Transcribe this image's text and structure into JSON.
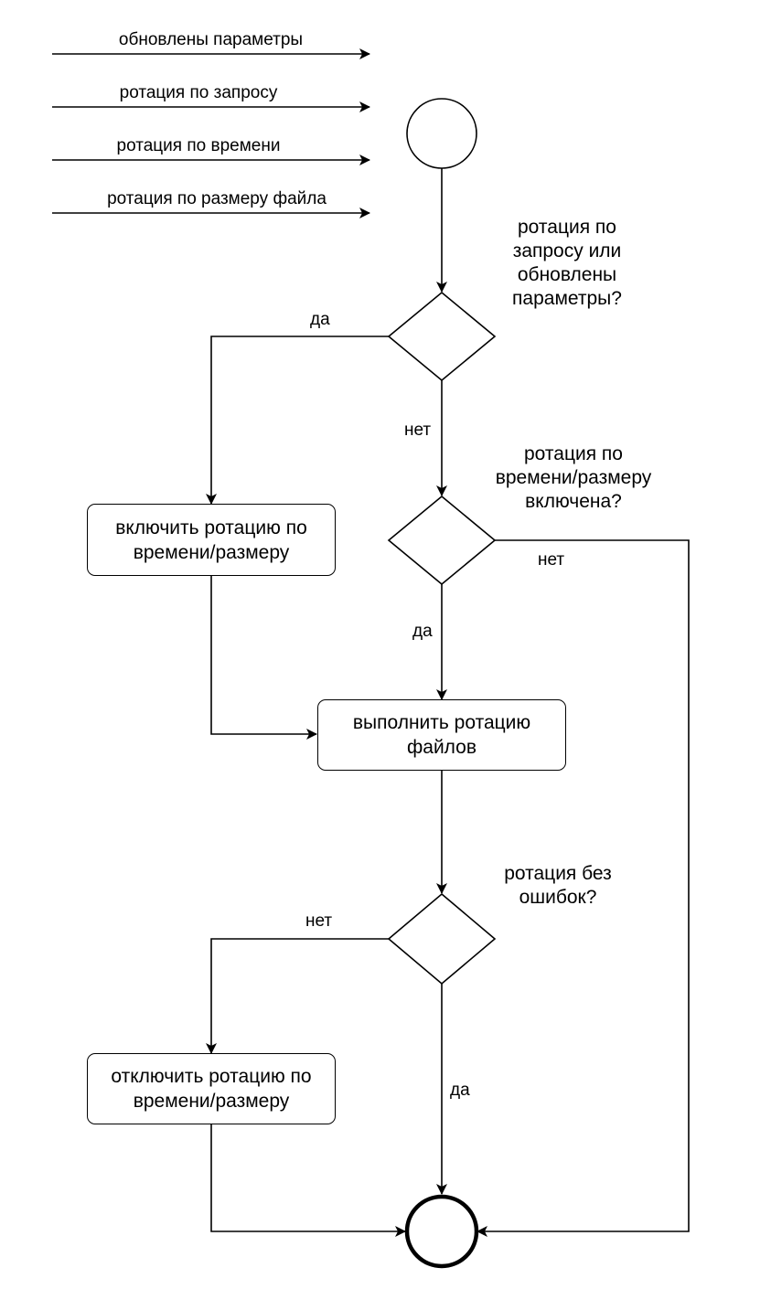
{
  "inputs": [
    "обновлены параметры",
    "ротация по запросу",
    "ротация по времени",
    "ротация по размеру файла"
  ],
  "decisions": {
    "d1": "ротация по\nзапросу или\nобновлены\nпараметры?",
    "d2": "ротация по\nвремени/размеру\nвключена?",
    "d3": "ротация без\nошибок?"
  },
  "actions": {
    "enable": "включить ротацию по\nвремени/размеру",
    "rotate": "выполнить ротацию\nфайлов",
    "disable": "отключить ротацию по\nвремени/размеру"
  },
  "edge_labels": {
    "d1_yes": "да",
    "d1_no": "нет",
    "d2_no": "нет",
    "d2_yes": "да",
    "d3_no": "нет",
    "d3_yes": "да"
  }
}
